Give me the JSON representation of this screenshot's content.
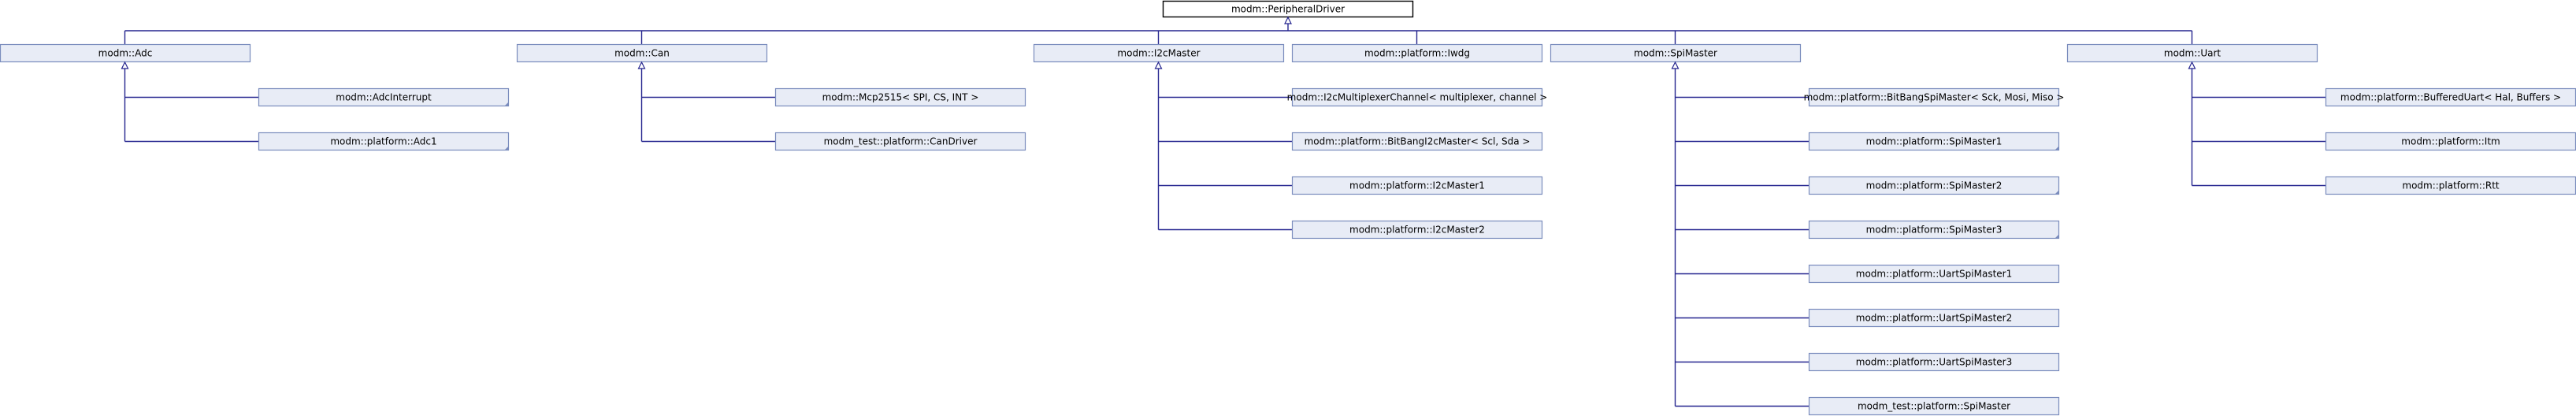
{
  "diagram": {
    "type": "class-inheritance",
    "root": "modm::PeripheralDriver",
    "children": [
      {
        "label": "modm::Adc",
        "children": [
          {
            "label": "modm::AdcInterrupt",
            "more": true
          },
          {
            "label": "modm::platform::Adc1",
            "more": true
          }
        ]
      },
      {
        "label": "modm::Can",
        "children": [
          {
            "label": "modm::Mcp2515< SPI, CS, INT >"
          },
          {
            "label": "modm_test::platform::CanDriver"
          }
        ]
      },
      {
        "label": "modm::I2cMaster",
        "children": [
          {
            "label": "modm::I2cMultiplexerChannel< multiplexer, channel >"
          },
          {
            "label": "modm::platform::BitBangI2cMaster< Scl, Sda >"
          },
          {
            "label": "modm::platform::I2cMaster1"
          },
          {
            "label": "modm::platform::I2cMaster2"
          }
        ]
      },
      {
        "label": "modm::platform::Iwdg",
        "children": []
      },
      {
        "label": "modm::SpiMaster",
        "children": [
          {
            "label": "modm::platform::BitBangSpiMaster< Sck, Mosi, Miso >"
          },
          {
            "label": "modm::platform::SpiMaster1",
            "more": true
          },
          {
            "label": "modm::platform::SpiMaster2",
            "more": true
          },
          {
            "label": "modm::platform::SpiMaster3",
            "more": true
          },
          {
            "label": "modm::platform::UartSpiMaster1"
          },
          {
            "label": "modm::platform::UartSpiMaster2"
          },
          {
            "label": "modm::platform::UartSpiMaster3"
          },
          {
            "label": "modm_test::platform::SpiMaster"
          }
        ]
      },
      {
        "label": "modm::Uart",
        "children": [
          {
            "label": "modm::platform::BufferedUart< Hal, Buffers >"
          },
          {
            "label": "modm::platform::Itm"
          },
          {
            "label": "modm::platform::Rtt"
          }
        ]
      }
    ]
  }
}
